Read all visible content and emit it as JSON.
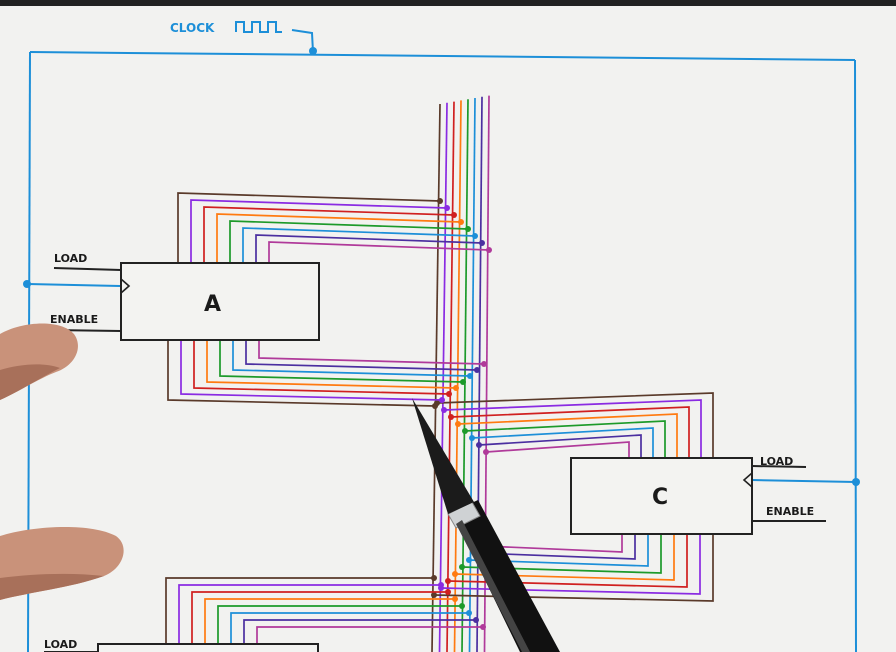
{
  "diagram": {
    "clock": {
      "label": "CLOCK",
      "color": "#1d8fd8"
    },
    "bus": {
      "width_bits": 8
    },
    "wire_colors": [
      "#5a3a2a",
      "#8a2be2",
      "#d02020",
      "#ff7a10",
      "#1d9a2a",
      "#1d8fd8",
      "#4b2fa0",
      "#b03a9a"
    ],
    "registers": [
      {
        "id": "A",
        "name": "A",
        "load_label": "LOAD",
        "enable_label": "ENABLE"
      },
      {
        "id": "C",
        "name": "C",
        "load_label": "LOAD",
        "enable_label": "ENABLE"
      },
      {
        "id": "B",
        "name": "",
        "load_label": "LOAD",
        "enable_label": ""
      }
    ]
  }
}
